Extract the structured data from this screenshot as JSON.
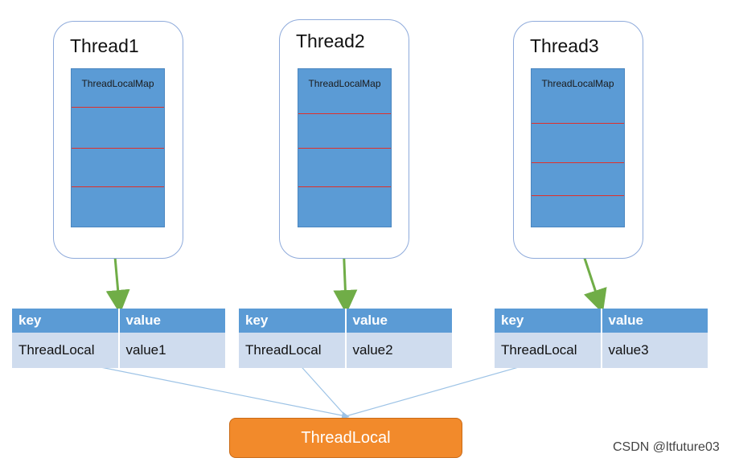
{
  "threads": [
    {
      "title": "Thread1",
      "map_label": "ThreadLocalMap"
    },
    {
      "title": "Thread2",
      "map_label": "ThreadLocalMap"
    },
    {
      "title": "Thread3",
      "map_label": "ThreadLocalMap"
    }
  ],
  "tables": [
    {
      "key_header": "key",
      "value_header": "value",
      "key": "ThreadLocal",
      "value": "value1"
    },
    {
      "key_header": "key",
      "value_header": "value",
      "key": "ThreadLocal",
      "value": "value2"
    },
    {
      "key_header": "key",
      "value_header": "value",
      "key": "ThreadLocal",
      "value": "value3"
    }
  ],
  "shared": {
    "label": "ThreadLocal"
  },
  "watermark": "CSDN @ltfuture03",
  "colors": {
    "map": "#5b9bd5",
    "arrow": "#70ad47",
    "threadlocal": "#f28a2b",
    "link_line": "#9dc3e6"
  }
}
